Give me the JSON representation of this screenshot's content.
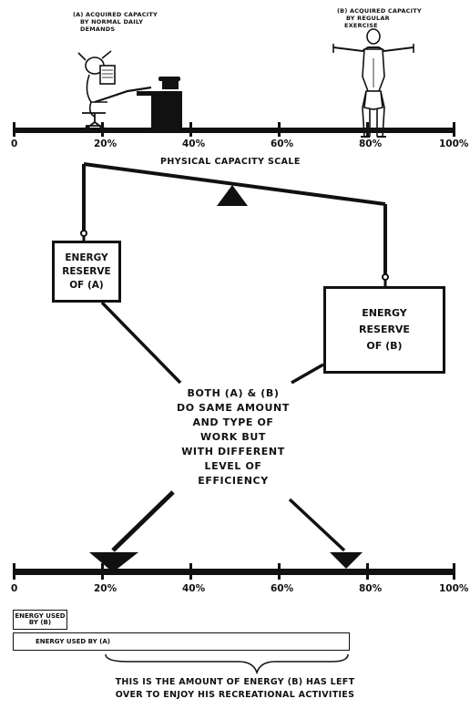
{
  "top": {
    "caption_a": [
      "(A) ACQUIRED CAPACITY",
      "BY NORMAL DAILY",
      "DEMANDS"
    ],
    "caption_b": [
      "(B) ACQUIRED CAPACITY",
      "BY REGULAR",
      "EXERCISE"
    ],
    "ticks": [
      "0",
      "20%",
      "40%",
      "60%",
      "80%",
      "100%"
    ],
    "scale_label": "PHYSICAL CAPACITY SCALE"
  },
  "balance": {
    "box_a": [
      "ENERGY",
      "RESERVE",
      "OF (A)"
    ],
    "box_b": [
      "ENERGY",
      "RESERVE",
      "OF (B)"
    ]
  },
  "center": {
    "lines": [
      "BOTH (A) & (B)",
      "DO SAME AMOUNT",
      "AND TYPE OF",
      "WORK BUT",
      "WITH DIFFERENT",
      "LEVEL OF",
      "EFFICIENCY"
    ]
  },
  "bottom": {
    "ticks": [
      "0",
      "20%",
      "40%",
      "60%",
      "80%",
      "100%"
    ],
    "energy_b": [
      "ENERGY USED",
      "BY (B)"
    ],
    "energy_a": "ENERGY USED BY (A)",
    "footnote": [
      "THIS IS THE AMOUNT OF ENERGY (B) HAS LEFT",
      "OVER TO ENJOY HIS RECREATIONAL ACTIVITIES"
    ]
  },
  "colors": {
    "ink": "#111111",
    "paper": "#ffffff"
  }
}
